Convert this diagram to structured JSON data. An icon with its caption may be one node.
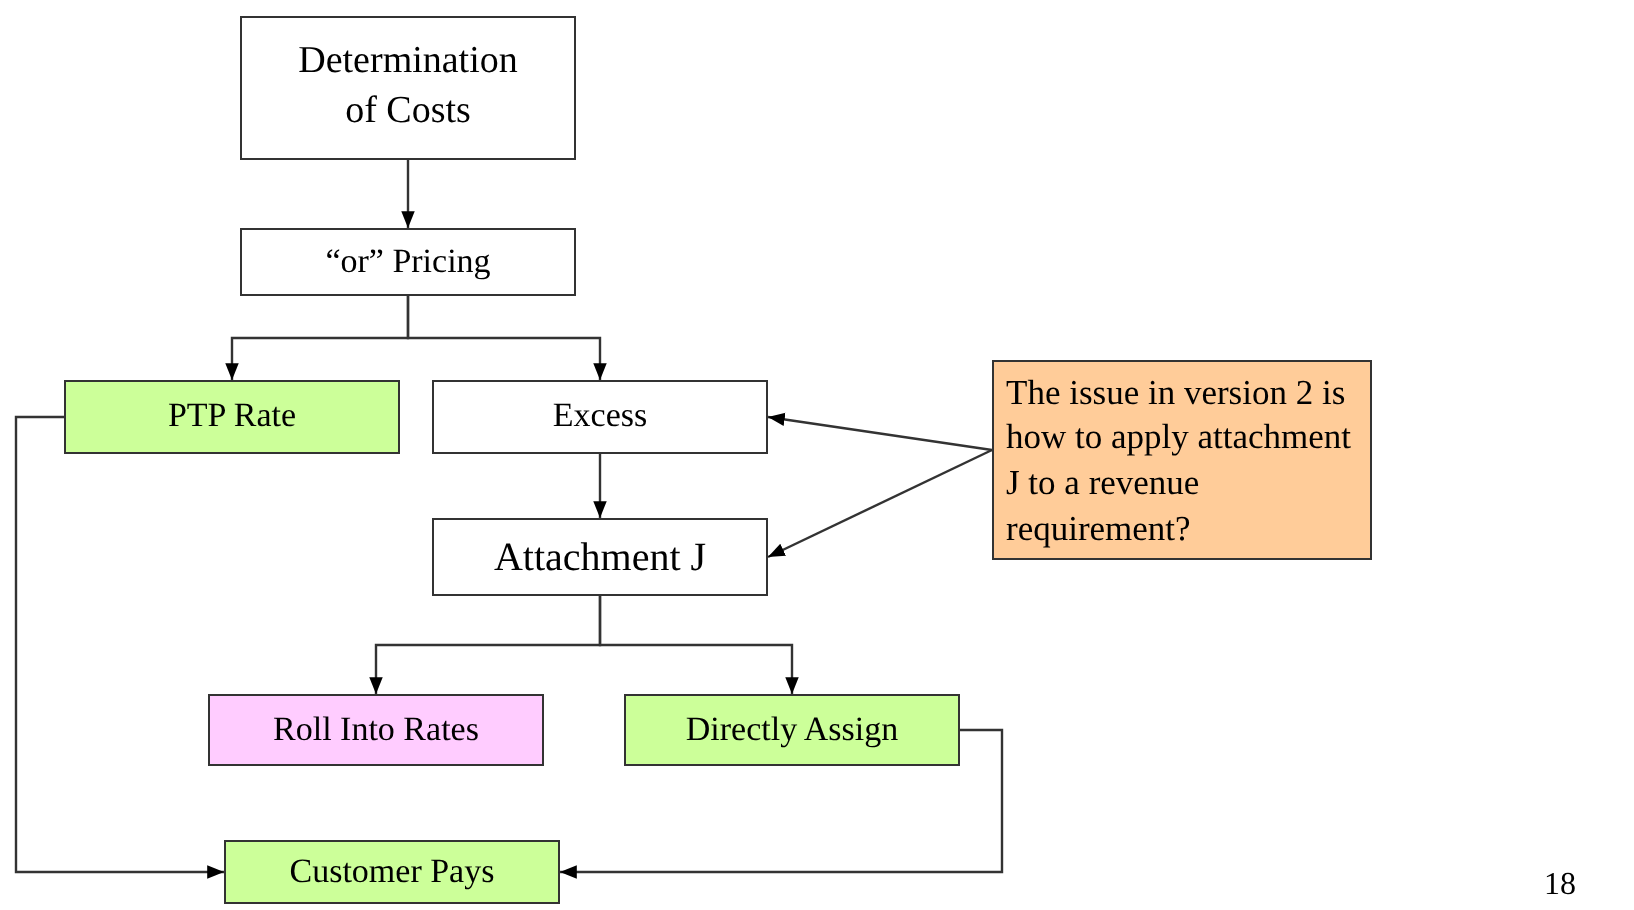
{
  "diagram": {
    "nodes": [
      {
        "text": [
          "Determination of Costs"
        ]
      },
      {
        "text": [
          "“or” Pricing"
        ]
      },
      {
        "text": [
          "PTP Rate"
        ]
      },
      {
        "text": [
          "Excess"
        ]
      },
      {
        "text": [
          "Attachment J"
        ]
      },
      {
        "text": [
          "The issue in version 2 is how to apply attachment J to a revenue requirement?"
        ]
      },
      {
        "text": [
          "Roll Into Rates"
        ]
      },
      {
        "text": [
          "Directly Assign"
        ]
      },
      {
        "text": [
          "Customer Pays"
        ]
      }
    ],
    "edges": [
      {
        "from": 0,
        "to": 1,
        "arrow": "to"
      },
      {
        "from": 1,
        "to": 2,
        "arrow": "to"
      },
      {
        "from": 1,
        "to": 3,
        "arrow": "to"
      },
      {
        "from": 3,
        "to": 4,
        "arrow": "to"
      },
      {
        "from": 5,
        "to": 3,
        "arrow": "to"
      },
      {
        "from": 5,
        "to": 4,
        "arrow": "to"
      },
      {
        "from": 4,
        "to": 6,
        "arrow": "to"
      },
      {
        "from": 4,
        "to": 7,
        "arrow": "to"
      },
      {
        "from": 2,
        "to": 8,
        "arrow": "to"
      },
      {
        "from": 7,
        "to": 8,
        "arrow": "to"
      }
    ],
    "labels": [
      "18"
    ]
  }
}
